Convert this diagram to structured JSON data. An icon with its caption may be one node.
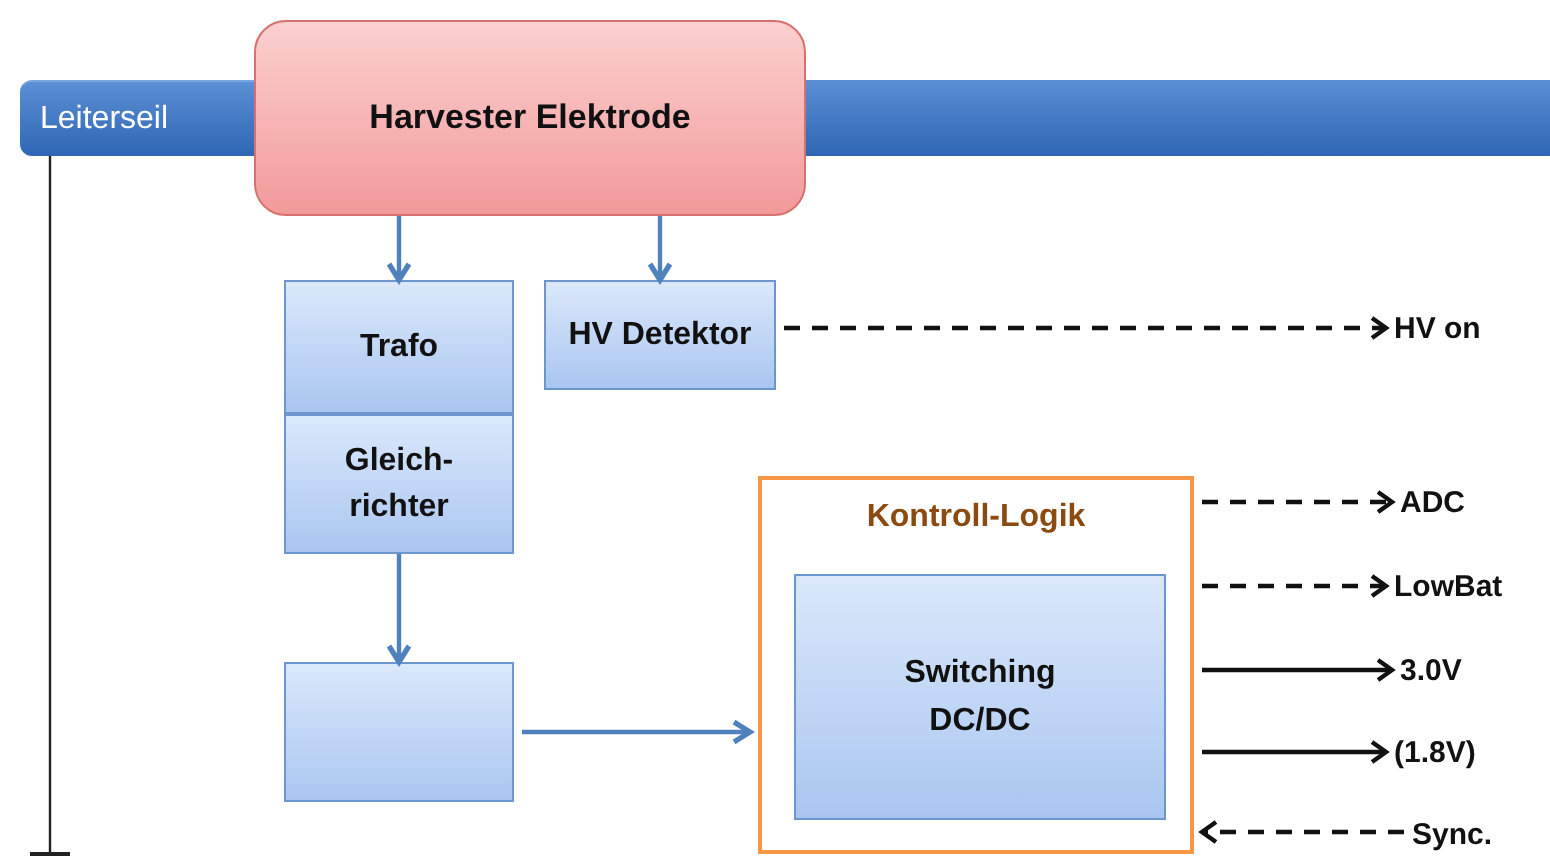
{
  "diagram": {
    "nodes": [
      {
        "text": [
          "Leiterseil"
        ]
      },
      {
        "text": [
          "Harvester Elektrode"
        ]
      },
      {
        "text": [
          "Trafo"
        ]
      },
      {
        "text": [
          "Gleich- richter"
        ]
      },
      {
        "text": [
          "HV Detektor"
        ]
      },
      {
        "text": [],
        "shape": "box"
      },
      {
        "text": [
          "Kontroll-Logik"
        ]
      },
      {
        "text": [
          "Switching DC/DC"
        ],
        "in": 6
      },
      {
        "text": [
          "HV on"
        ]
      },
      {
        "text": [
          "ADC"
        ]
      },
      {
        "text": [
          "LowBat"
        ]
      },
      {
        "text": [
          "3.0V"
        ]
      },
      {
        "text": [
          "(1.8V)"
        ]
      },
      {
        "text": [
          "Sync."
        ]
      }
    ],
    "edges": [
      {
        "from": 1,
        "to": 2,
        "arrow": "to",
        "color": "#4f81bd"
      },
      {
        "from": 1,
        "to": 4,
        "arrow": "to",
        "color": "#4f81bd"
      },
      {
        "from": 3,
        "to": 5,
        "arrow": "to",
        "color": "#4f81bd"
      },
      {
        "from": 5,
        "to": 6,
        "arrow": "to",
        "color": "#4f81bd"
      },
      {
        "from": 4,
        "to": 8,
        "arrow": "to",
        "style": "dashed"
      },
      {
        "from": 6,
        "to": 9,
        "arrow": "to",
        "style": "dashed"
      },
      {
        "from": 6,
        "to": 10,
        "arrow": "to",
        "style": "dashed"
      },
      {
        "from": 6,
        "to": 11,
        "arrow": "to"
      },
      {
        "from": 6,
        "to": 12,
        "arrow": "to"
      },
      {
        "from": 13,
        "to": 6,
        "arrow": "to",
        "style": "dashed"
      }
    ]
  }
}
